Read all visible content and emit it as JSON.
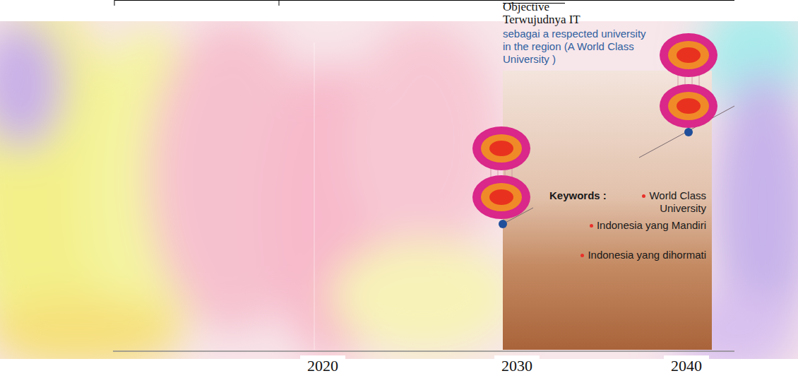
{
  "diagram": {
    "nodes": [
      {
        "text": [
          "Objective",
          "Terwujudnya IT",
          "sebagai a respected university in the region (A World Class University )",
          "Keywords :",
          "World Class University",
          "Indonesia yang Mandiri",
          "Indonesia yang dihormati"
        ]
      }
    ],
    "labels": [
      "2020",
      "2030",
      "2040"
    ]
  }
}
